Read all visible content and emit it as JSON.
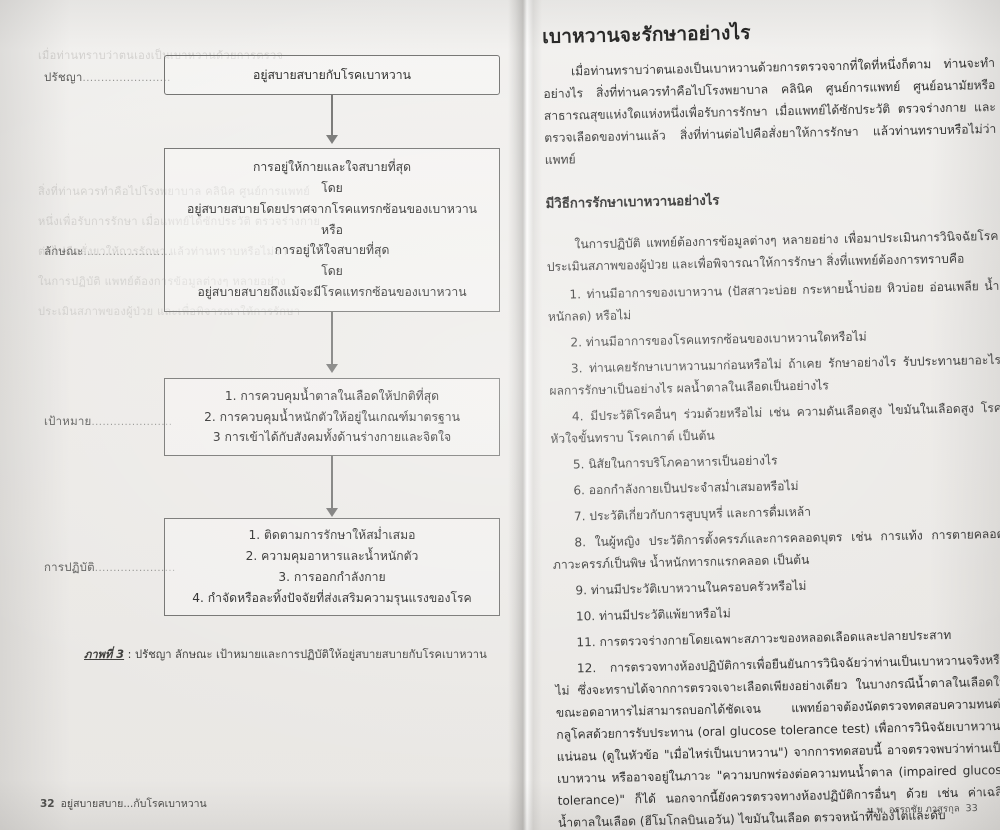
{
  "document": {
    "type": "scanned-book-spread",
    "language": "Thai",
    "colors": {
      "paper": "#eceae7",
      "ink": "#2b2b2a",
      "box_border": "#6e6e6c",
      "label": "#5a5a58"
    }
  },
  "left_page": {
    "figure": {
      "row_labels": [
        {
          "text": "ปรัชญา",
          "leader": "........................"
        },
        {
          "text": "ลักษณะ",
          "leader": "........................"
        },
        {
          "text": "เป้าหมาย",
          "leader": "......................"
        },
        {
          "text": "การปฏิบัติ",
          "leader": "......................"
        }
      ],
      "boxes": [
        {
          "id": "philosophy",
          "lines": [
            "อยู่สบายสบายกับโรคเบาหวาน"
          ]
        },
        {
          "id": "characteristics",
          "lines": [
            "การอยู่ให้กายและใจสบายที่สุด",
            "โดย",
            "อยู่สบายสบายโดยปราศจากโรคแทรกซ้อนของเบาหวาน",
            "หรือ",
            "การอยู่ให้ใจสบายที่สุด",
            "โดย",
            "อยู่สบายสบายถึงแม้จะมีโรคแทรกซ้อนของเบาหวาน"
          ]
        },
        {
          "id": "goals",
          "lines": [
            "1. การควบคุมน้ำตาลในเลือดให้ปกติที่สุด",
            "2. การควบคุมน้ำหนักตัวให้อยู่ในเกณฑ์มาตรฐาน",
            "3 การเข้าได้กับสังคมทั้งด้านร่างกายและจิตใจ"
          ]
        },
        {
          "id": "practice",
          "lines": [
            "1. ติดตามการรักษาให้สม่ำเสมอ",
            "2. ความคุมอาหารและน้ำหนักตัว",
            "3. การออกกำลังกาย",
            "4. กำจัดหรือละทิ้งปัจจัยที่ส่งเสริมความรุนแรงของโรค"
          ]
        }
      ],
      "caption": {
        "figure_number": "ภาพที่ 3",
        "separator": " : ",
        "text": "ปรัชญา ลักษณะ เป้าหมายและการปฏิบัติให้อยู่สบายสบายกับโรคเบาหวาน"
      }
    },
    "footer": {
      "page_number": "32",
      "book_title": "อยู่สบายสบาย...กับโรคเบาหวาน"
    }
  },
  "right_page": {
    "heading": "เบาหวานจะรักษาอย่างไร",
    "intro_paragraph": "เมื่อท่านทราบว่าตนเองเป็นเบาหวานด้วยการตรวจจากที่ใดที่หนึ่งก็ตาม ท่านจะทำอย่างไร สิ่งที่ท่านควรทำคือไปโรงพยาบาล คลินิค ศูนย์การแพทย์ ศูนย์อนามัยหรือสาธารณสุขแห่งใดแห่งหนึ่งเพื่อรับการรักษา เมื่อแพทย์ได้ซักประวัติ ตรวจร่างกาย และตรวจเลือดของท่านแล้ว สิ่งที่ท่านต่อไปคือสั่งยาให้การรักษา แล้วท่านทราบหรือไม่ว่า แพทย์",
    "subheading": "มีวิธีการรักษาเบาหวานอย่างไร",
    "body_paragraph": "ในการปฏิบัติ แพทย์ต้องการข้อมูลต่างๆ หลายอย่าง เพื่อมาประเมินการวินิจฉัยโรค ประเมินสภาพของผู้ป่วย และเพื่อพิจารณาให้การรักษา สิ่งที่แพทย์ต้องการทราบคือ",
    "numbered_items": [
      "1. ท่านมีอาการของเบาหวาน (ปัสสาวะบ่อย กระหายน้ำบ่อย หิวบ่อย อ่อนเพลีย น้ำหนักลด) หรือไม่",
      "2. ท่านมีอาการของโรคแทรกซ้อนของเบาหวานใดหรือไม่",
      "3. ท่านเคยรักษาเบาหวานมาก่อนหรือไม่ ถ้าเคย รักษาอย่างไร รับประทานยาอะไร ผลการรักษาเป็นอย่างไร ผลน้ำตาลในเลือดเป็นอย่างไร",
      "4. มีประวัติโรคอื่นๆ ร่วมด้วยหรือไม่ เช่น ความดันเลือดสูง ไขมันในเลือดสูง โรคหัวใจขั้นทราบ โรคเกาต์ เป็นต้น",
      "5. นิสัยในการบริโภคอาหารเป็นอย่างไร",
      "6. ออกกำลังกายเป็นประจำสม่ำเสมอหรือไม่",
      "7. ประวัติเกี่ยวกับการสูบบุหรี่ และการดื่มเหล้า",
      "8. ในผู้หญิง ประวัติการตั้งครรภ์และการคลอดบุตร เช่น การแท้ง การตายคลอด ภาวะครรภ์เป็นพิษ น้ำหนักทารกแรกคลอด เป็นต้น",
      "9. ท่านมีประวัติเบาหวานในครอบครัวหรือไม่",
      "10. ท่านมีประวัติแพ้ยาหรือไม่",
      "11. การตรวจร่างกายโดยเฉพาะสภาวะของหลอดเลือดและปลายประสาท",
      "12. การตรวจทางห้องปฏิบัติการเพื่อยืนยันการวินิจฉัยว่าท่านเป็นเบาหวานจริงหรือไม่ ซึ่งจะทราบได้จากการตรวจเจาะเลือดเพียงอย่างเดียว ในบางกรณีน้ำตาลในเลือดในขณะอดอาหารไม่สามารถบอกได้ชัดเจน แพทย์อาจต้องนัดตรวจทดสอบความทนต่อกลูโคสด้วยการรับประทาน (oral glucose tolerance test) เพื่อการวินิจฉัยเบาหวานที่แน่นอน (ดูในหัวข้อ \"เมื่อไหร่เป็นเบาหวาน\") จากการทดสอบนี้ อาจตรวจพบว่าท่านเป็นเบาหวาน หรืออาจอยู่ในภาวะ \"ความบกพร่องต่อความทนน้ำตาล (impaired glucose tolerance)\" ก็ได้ นอกจากนี้ยังควรตรวจทางห้องปฏิบัติการอื่นๆ ด้วย เช่น ค่าเฉลี่ยน้ำตาลในเลือด (ฮีโมโกลบินเอวัน) ไขมันในเลือด ตรวจหน้าที่ของไตและดับ"
    ],
    "footer": {
      "author": "น.พ. อรรถชัย ภาสุรกุล",
      "page_number": "33"
    }
  }
}
